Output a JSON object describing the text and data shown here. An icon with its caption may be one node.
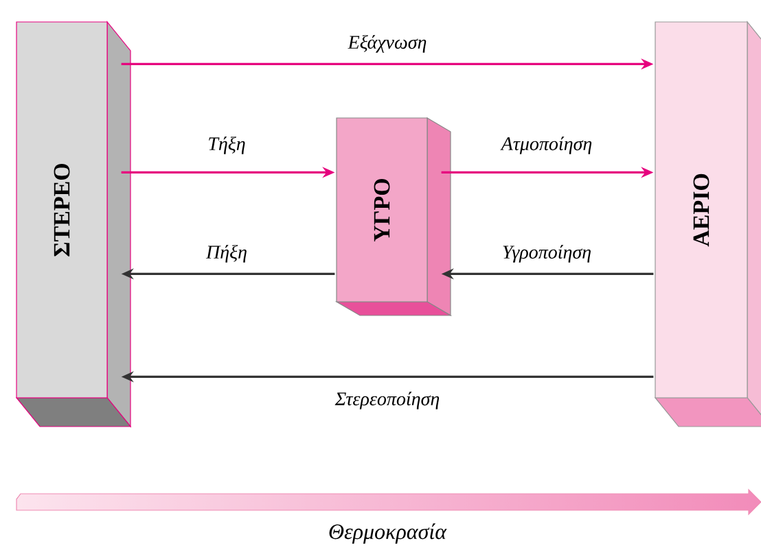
{
  "diagram": {
    "nodes": [
      {
        "text": [
          "ΣΤΕΡΕΟ"
        ]
      },
      {
        "text": [
          "ΥΓΡΟ"
        ]
      },
      {
        "text": [
          "ΑΕΡΙΟ"
        ]
      }
    ],
    "edges": [
      {
        "from": 0,
        "to": 2,
        "arrow": "to",
        "label": "Εξάχνωση"
      },
      {
        "from": 0,
        "to": 1,
        "arrow": "to",
        "label": "Τήξη"
      },
      {
        "from": 1,
        "to": 2,
        "arrow": "to",
        "label": "Ατμοποίηση"
      },
      {
        "from": 1,
        "to": 0,
        "arrow": "to",
        "label": "Πήξη",
        "color": "#333333"
      },
      {
        "from": 2,
        "to": 1,
        "arrow": "to",
        "label": "Υγροποίηση",
        "color": "#333333"
      },
      {
        "from": 2,
        "to": 0,
        "arrow": "to",
        "label": "Στερεοποίηση",
        "color": "#333333"
      }
    ],
    "labels": [
      "Θερμοκρασία"
    ]
  }
}
